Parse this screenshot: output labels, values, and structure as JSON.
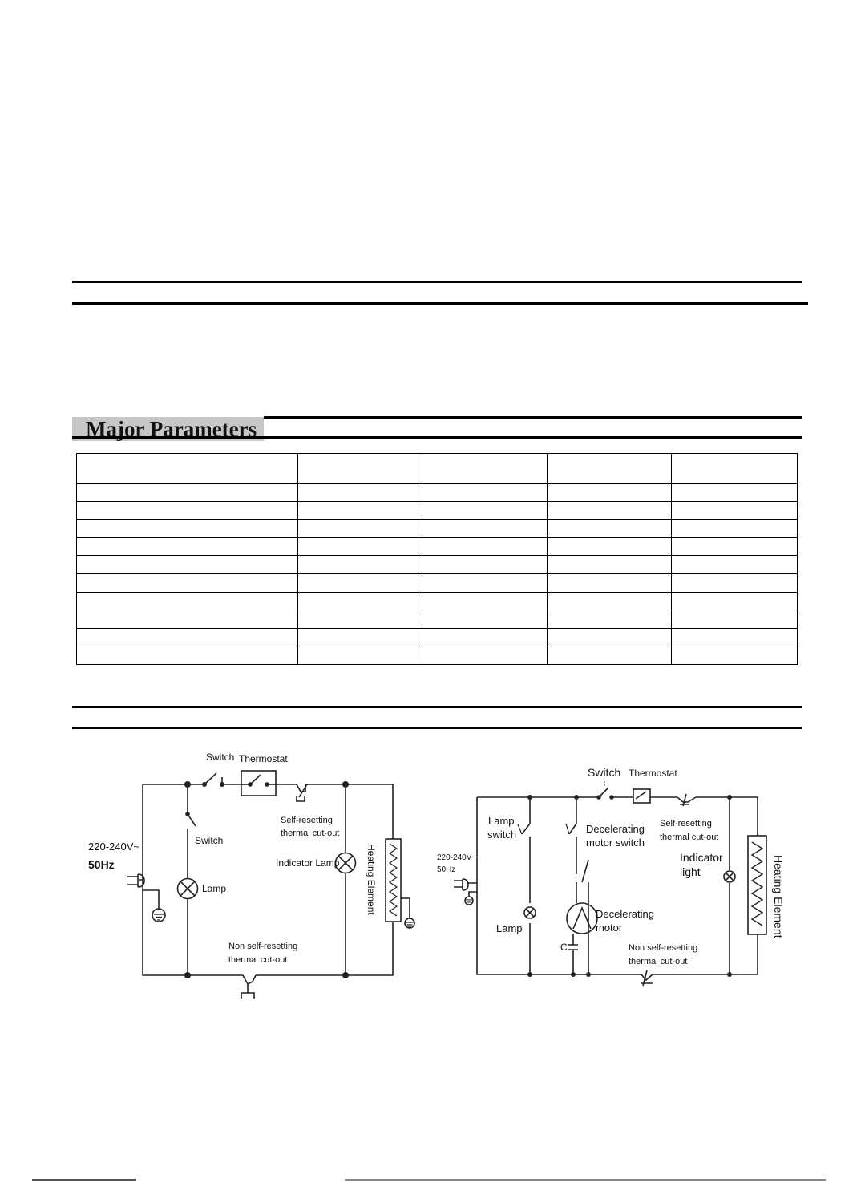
{
  "section_heading": "Major Parameters",
  "params_table": {
    "columns": 5,
    "header": [
      "",
      "",
      "",
      "",
      ""
    ],
    "rows": [
      [
        "",
        "",
        "",
        "",
        ""
      ],
      [
        "",
        "",
        "",
        "",
        ""
      ],
      [
        "",
        "",
        "",
        "",
        ""
      ],
      [
        "",
        "",
        "",
        "",
        ""
      ],
      [
        "",
        "",
        "",
        "",
        ""
      ],
      [
        "",
        "",
        "",
        "",
        ""
      ],
      [
        "",
        "",
        "",
        "",
        ""
      ],
      [
        "",
        "",
        "",
        "",
        ""
      ],
      [
        "",
        "",
        "",
        "",
        ""
      ],
      [
        "",
        "",
        "",
        "",
        ""
      ]
    ]
  },
  "diagram_left": {
    "switch_top": "Switch",
    "thermostat": "Thermostat",
    "switch_lamp": "Switch",
    "voltage": "220-240V~",
    "frequency": "50Hz",
    "lamp": "Lamp",
    "self_resetting_1": "Self-resetting",
    "self_resetting_2": "thermal cut-out",
    "indicator_lamp": "Indicator Lamp",
    "heating_element": "Heating Element",
    "non_self_1": "Non self-resetting",
    "non_self_2": "thermal cut-out"
  },
  "diagram_right": {
    "switch_top": "Switch",
    "thermostat": "Thermostat",
    "lamp_switch_1": "Lamp",
    "lamp_switch_2": "switch",
    "voltage": "220-240V~",
    "frequency": "50Hz",
    "decel_switch_1": "Decelerating",
    "decel_switch_2": "motor switch",
    "self_resetting_1": "Self-resetting",
    "self_resetting_2": "thermal cut-out",
    "indicator_1": "Indicator",
    "indicator_2": "light",
    "lamp": "Lamp",
    "decel_motor_1": "Decelerating",
    "decel_motor_2": "motor",
    "capacitor": "C",
    "non_self_1": "Non self-resetting",
    "non_self_2": "thermal cut-out",
    "heating_element": "Heating Element"
  }
}
